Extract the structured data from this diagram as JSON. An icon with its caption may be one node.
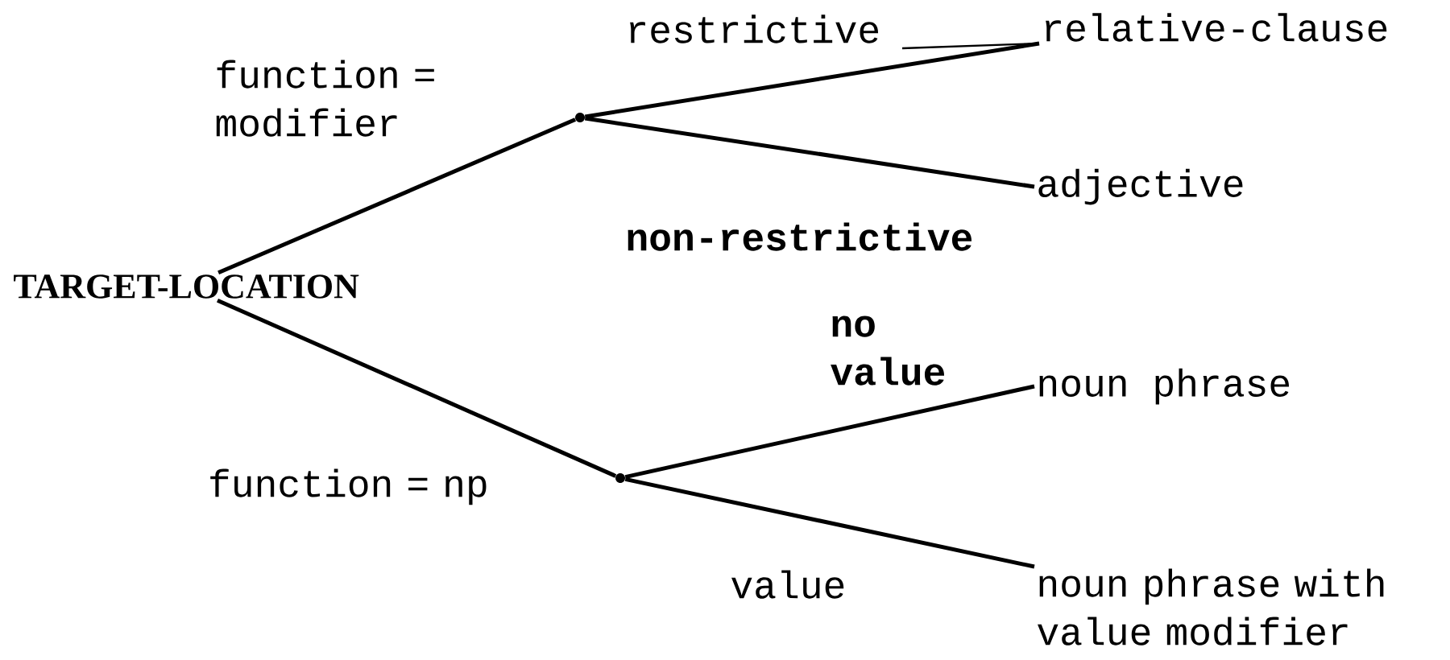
{
  "diagram": {
    "nodes": [
      {
        "text": [
          "TARGET-LOCATION"
        ]
      },
      {
        "text": [],
        "shape": "circle"
      },
      {
        "text": [
          "relative-clause"
        ]
      },
      {
        "text": [
          "adjective"
        ]
      },
      {
        "text": [],
        "shape": "circle"
      },
      {
        "text": [
          "noun phrase"
        ]
      },
      {
        "text": [
          "noun phrase with value modifier"
        ]
      }
    ],
    "edges": [
      {
        "from": 0,
        "to": 1,
        "arrow": "none",
        "label": "function = modifier"
      },
      {
        "from": 1,
        "to": 2,
        "arrow": "none",
        "label": "restrictive"
      },
      {
        "from": 1,
        "to": 3,
        "arrow": "none",
        "label": "non-restrictive"
      },
      {
        "from": 0,
        "to": 4,
        "arrow": "none",
        "label": "function = np"
      },
      {
        "from": 4,
        "to": 5,
        "arrow": "none",
        "label": "no value"
      },
      {
        "from": 4,
        "to": 6,
        "arrow": "none",
        "label": "value"
      }
    ]
  }
}
